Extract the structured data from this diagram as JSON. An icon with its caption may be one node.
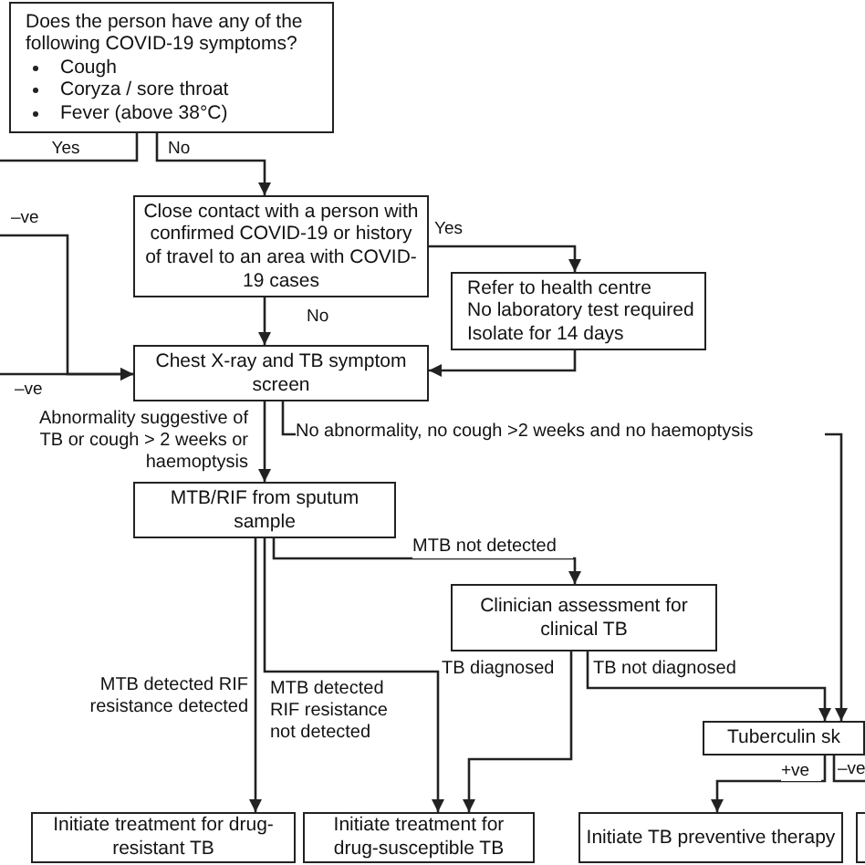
{
  "diagram": {
    "nodes": [
      {
        "text": [
          "Does the person have any of the following COVID-19 symptoms?",
          "Cough",
          "Coryza / sore throat",
          "Fever (above 38°C)"
        ]
      },
      {
        "text": [
          "Close contact with a person with confirmed COVID-19 or history of travel to an area with COVID-19 cases"
        ]
      },
      {
        "text": [
          "Refer to health centre",
          "No laboratory test required",
          "Isolate for 14 days"
        ]
      },
      {
        "text": [
          "Chest X-ray and TB symptom screen"
        ]
      },
      {
        "text": [
          "MTB/RIF from sputum sample"
        ]
      },
      {
        "text": [
          "Clinician assessment for clinical TB"
        ]
      },
      {
        "text": [
          "Initiate treatment for drug-resistant TB"
        ]
      },
      {
        "text": [
          "Initiate treatment for drug-susceptible TB"
        ]
      },
      {
        "text": [
          "Initiate TB preventive therapy"
        ]
      },
      {
        "text": [
          "Tuberculin sk"
        ]
      },
      {
        "text": [],
        "shape": "box"
      }
    ],
    "edges": [
      {
        "from": 0,
        "to": null,
        "arrow": "none",
        "label": "Yes"
      },
      {
        "from": 0,
        "to": 1,
        "arrow": "to",
        "label": "No"
      },
      {
        "from": 1,
        "to": 2,
        "arrow": "to",
        "label": "Yes"
      },
      {
        "from": 2,
        "to": 3,
        "arrow": "to"
      },
      {
        "from": 1,
        "to": 3,
        "arrow": "to",
        "label": "No"
      },
      {
        "from": null,
        "to": 3,
        "arrow": "to",
        "label": "–ve"
      },
      {
        "from": null,
        "to": 3,
        "arrow": "to",
        "label": "–ve"
      },
      {
        "from": 3,
        "to": 4,
        "arrow": "to",
        "label": "Abnormality suggestive of TB or cough > 2 weeks or haemoptysis"
      },
      {
        "from": 3,
        "to": 9,
        "arrow": "to",
        "label": "No abnormality, no cough >2 weeks and no haemoptysis"
      },
      {
        "from": 4,
        "to": 6,
        "arrow": "to",
        "label": "MTB detected RIF resistance detected"
      },
      {
        "from": 4,
        "to": 7,
        "arrow": "to",
        "label": "MTB detected RIF resistance not detected"
      },
      {
        "from": 4,
        "to": 5,
        "arrow": "to",
        "label": "MTB not detected"
      },
      {
        "from": 5,
        "to": 7,
        "arrow": "to",
        "label": "TB diagnosed"
      },
      {
        "from": 5,
        "to": 9,
        "arrow": "to",
        "label": "TB not diagnosed"
      },
      {
        "from": 9,
        "to": 8,
        "arrow": "to",
        "label": "+ve"
      },
      {
        "from": 9,
        "to": null,
        "arrow": "none",
        "label": "–ve"
      }
    ]
  }
}
